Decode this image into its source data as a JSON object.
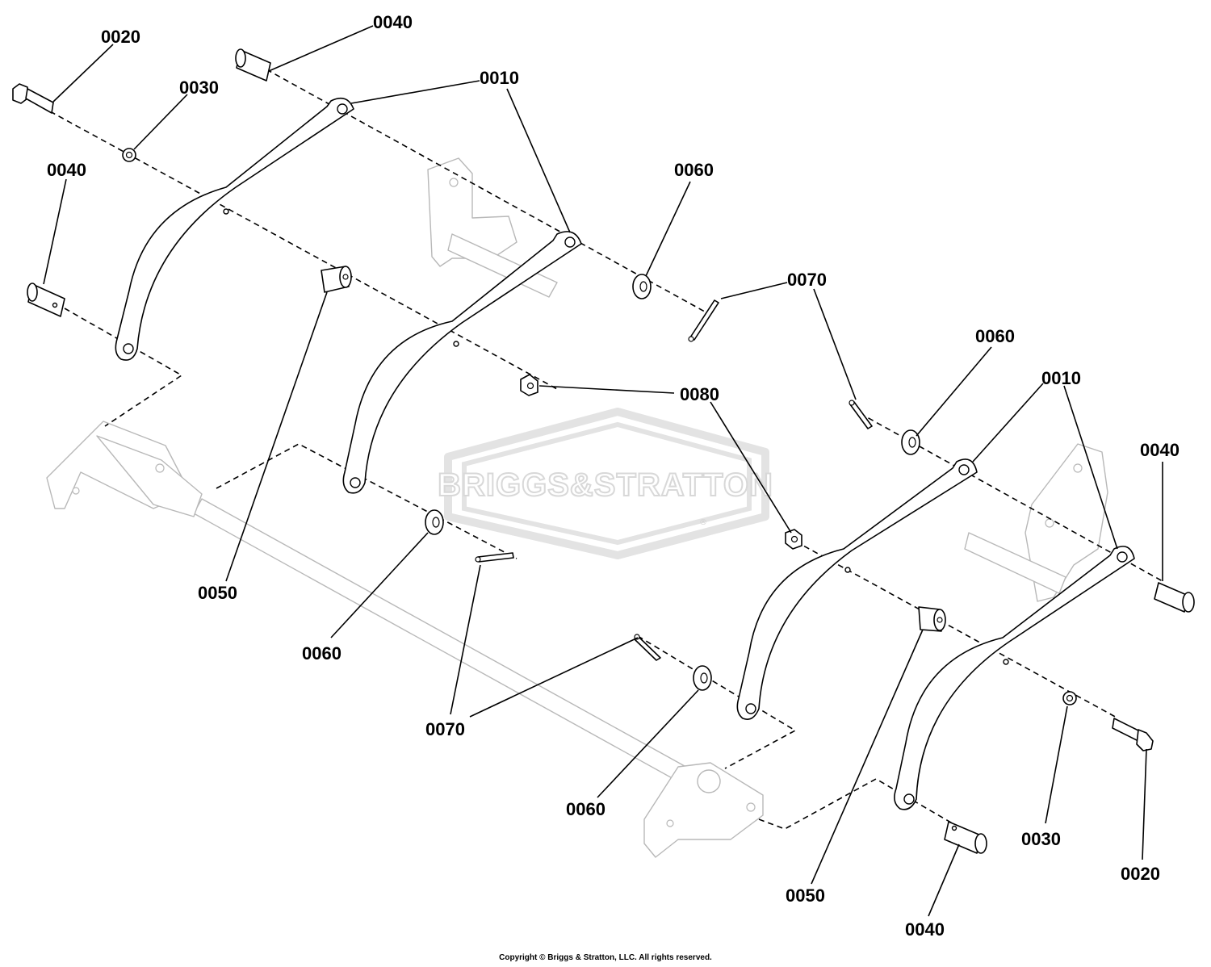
{
  "watermark": {
    "text": "BRIGGS&STRATTON",
    "registered_mark": "®"
  },
  "copyright": "Copyright © Briggs & Stratton, LLC. All rights reserved.",
  "callouts": [
    {
      "id": "c1",
      "label": "0020"
    },
    {
      "id": "c2",
      "label": "0040"
    },
    {
      "id": "c3",
      "label": "0030"
    },
    {
      "id": "c4",
      "label": "0010"
    },
    {
      "id": "c5",
      "label": "0040"
    },
    {
      "id": "c6",
      "label": "0060"
    },
    {
      "id": "c7",
      "label": "0070"
    },
    {
      "id": "c8",
      "label": "0080"
    },
    {
      "id": "c9",
      "label": "0060"
    },
    {
      "id": "c10",
      "label": "0010"
    },
    {
      "id": "c11",
      "label": "0040"
    },
    {
      "id": "c12",
      "label": "0050"
    },
    {
      "id": "c13",
      "label": "0060"
    },
    {
      "id": "c14",
      "label": "0070"
    },
    {
      "id": "c15",
      "label": "0060"
    },
    {
      "id": "c16",
      "label": "0050"
    },
    {
      "id": "c17",
      "label": "0030"
    },
    {
      "id": "c18",
      "label": "0020"
    },
    {
      "id": "c19",
      "label": "0040"
    }
  ]
}
